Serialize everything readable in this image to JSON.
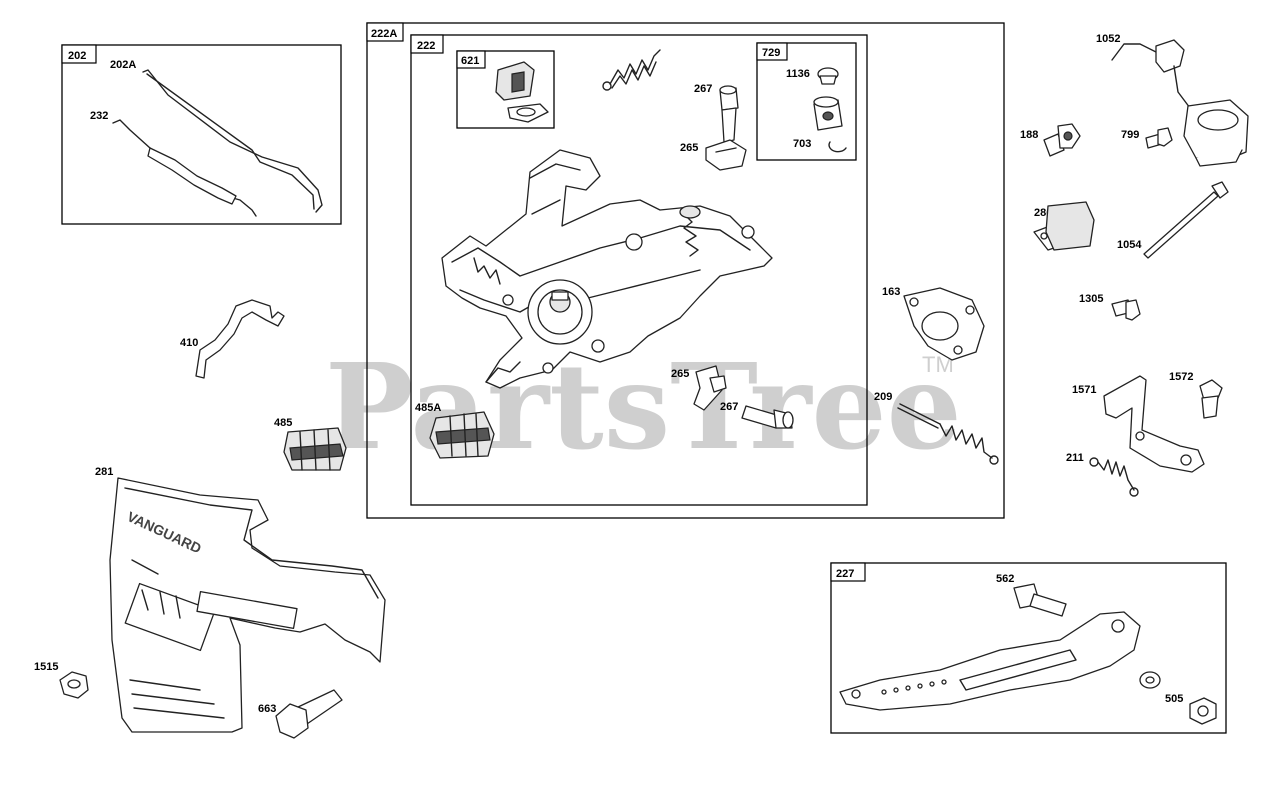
{
  "watermark": {
    "text": "PartsTree",
    "trademark": "TM"
  },
  "groups": {
    "g202": "202",
    "g222A": "222A",
    "g222": "222",
    "g621": "621",
    "g729": "729",
    "g227": "227"
  },
  "callouts": {
    "c202A": "202A",
    "c232": "232",
    "c410": "410",
    "c485": "485",
    "c281": "281",
    "c1515": "1515",
    "c663": "663",
    "c485A": "485A",
    "c267a": "267",
    "c265a": "265",
    "c1136": "1136",
    "c703": "703",
    "c265b": "265",
    "c267b": "267",
    "c163": "163",
    "c209": "209",
    "c1052": "1052",
    "c188": "188",
    "c799": "799",
    "c286": "286",
    "c1054": "1054",
    "c1305": "1305",
    "c1571": "1571",
    "c1572": "1572",
    "c211": "211",
    "c562": "562",
    "c505": "505"
  },
  "cover_brand": "VANGUARD"
}
